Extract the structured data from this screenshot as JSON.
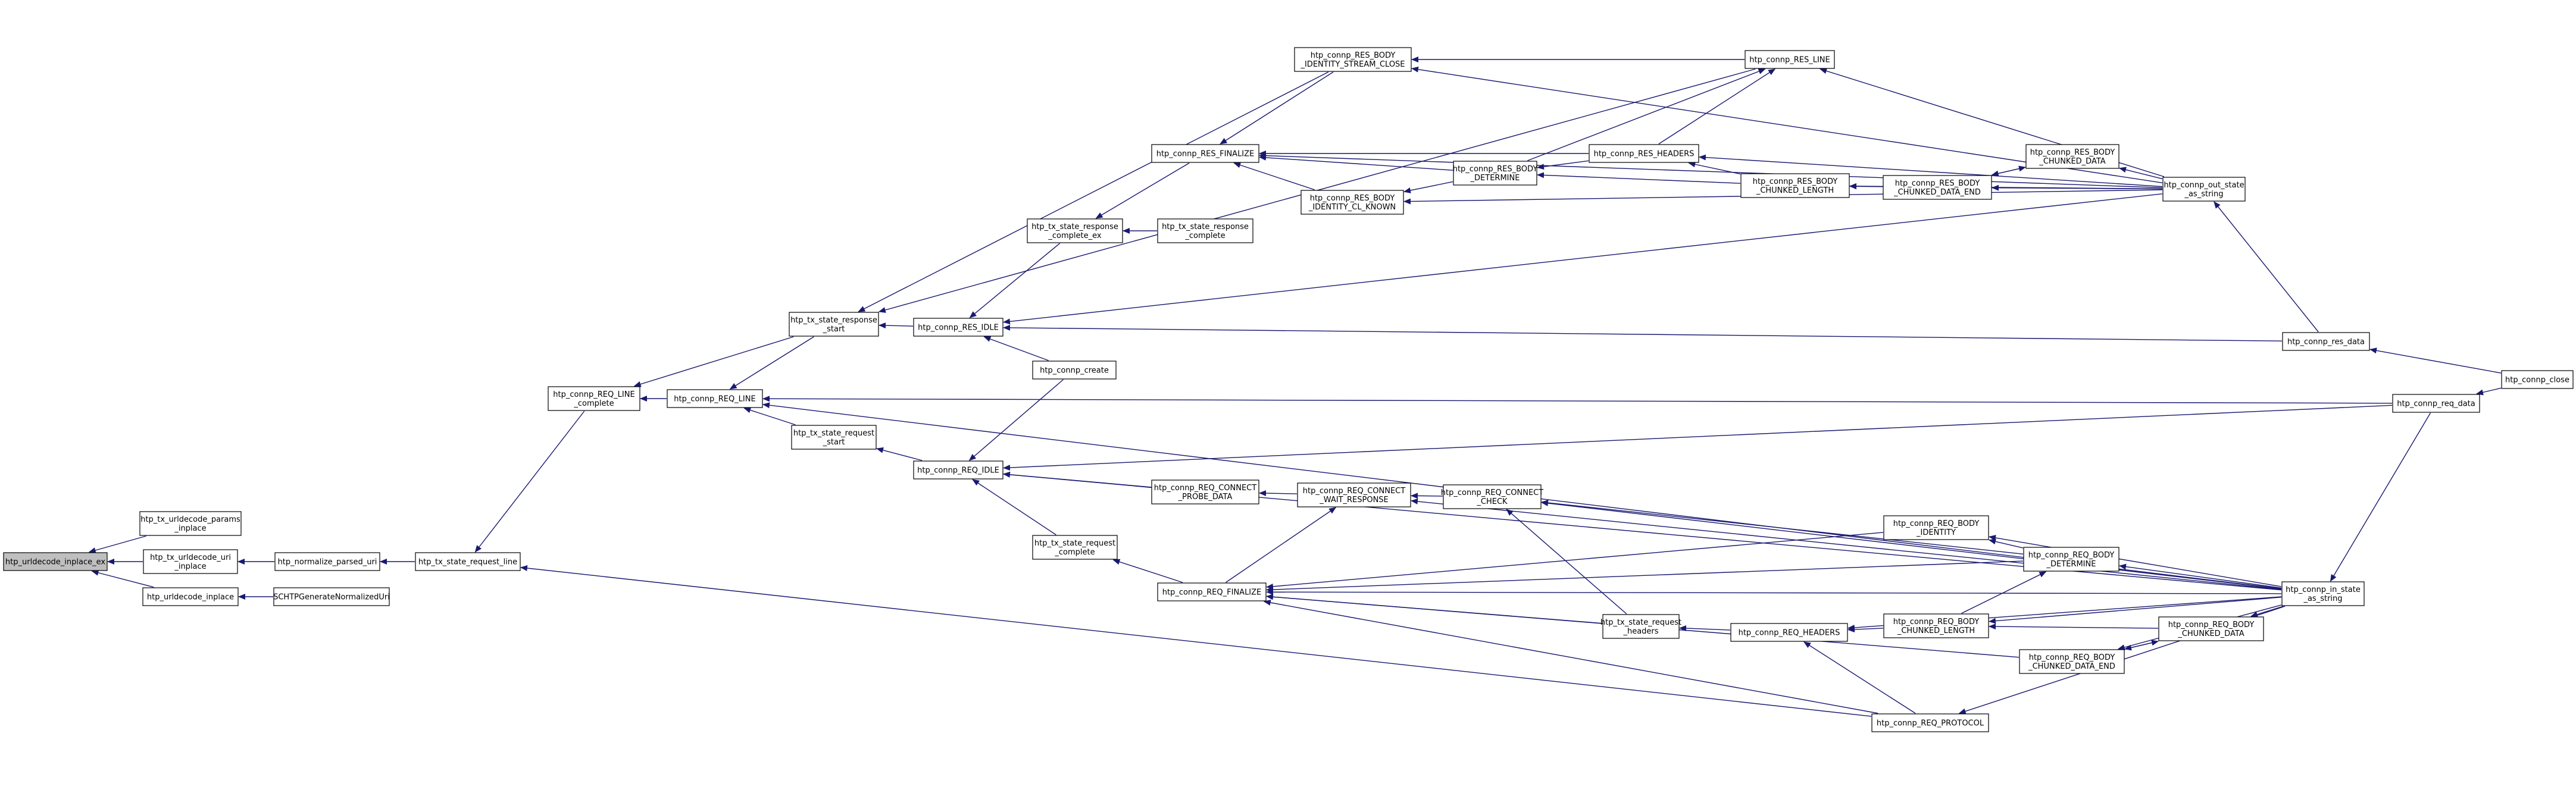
{
  "colors": {
    "node_fill": "#ffffff",
    "node_highlight": "#bfbfbf",
    "node_stroke": "#000000",
    "edge": "#191970"
  },
  "nodes": [
    {
      "id": "n_root",
      "lines": [
        "htp_urldecode_inplace_ex"
      ],
      "highlight": true
    },
    {
      "id": "n_params",
      "lines": [
        "htp_tx_urldecode_params",
        "_inplace"
      ]
    },
    {
      "id": "n_uri",
      "lines": [
        "htp_tx_urldecode_uri",
        "_inplace"
      ]
    },
    {
      "id": "n_inplace",
      "lines": [
        "htp_urldecode_inplace"
      ]
    },
    {
      "id": "n_normuri",
      "lines": [
        "htp_normalize_parsed_uri"
      ]
    },
    {
      "id": "n_sch",
      "lines": [
        "SCHTPGenerateNormalizedUri"
      ]
    },
    {
      "id": "n_reqline",
      "lines": [
        "htp_tx_state_request_line"
      ]
    },
    {
      "id": "n_rlc",
      "lines": [
        "htp_connp_REQ_LINE",
        "_complete"
      ]
    },
    {
      "id": "n_rl",
      "lines": [
        "htp_connp_REQ_LINE"
      ]
    },
    {
      "id": "n_rsstart",
      "lines": [
        "htp_tx_state_response",
        "_start"
      ]
    },
    {
      "id": "n_rqstart",
      "lines": [
        "htp_tx_state_request",
        "_start"
      ]
    },
    {
      "id": "n_residle",
      "lines": [
        "htp_connp_RES_IDLE"
      ]
    },
    {
      "id": "n_create",
      "lines": [
        "htp_connp_create"
      ]
    },
    {
      "id": "n_reqidle",
      "lines": [
        "htp_connp_REQ_IDLE"
      ]
    },
    {
      "id": "n_rsce",
      "lines": [
        "htp_tx_state_response",
        "_complete_ex"
      ]
    },
    {
      "id": "n_rsc",
      "lines": [
        "htp_tx_state_response",
        "_complete"
      ]
    },
    {
      "id": "n_resfin",
      "lines": [
        "htp_connp_RES_FINALIZE"
      ]
    },
    {
      "id": "n_risc",
      "lines": [
        "htp_connp_RES_BODY",
        "_IDENTITY_STREAM_CLOSE"
      ]
    },
    {
      "id": "n_ricl",
      "lines": [
        "htp_connp_RES_BODY",
        "_IDENTITY_CL_KNOWN"
      ]
    },
    {
      "id": "n_resdet",
      "lines": [
        "htp_connp_RES_BODY",
        "_DETERMINE"
      ]
    },
    {
      "id": "n_resline",
      "lines": [
        "htp_connp_RES_LINE"
      ]
    },
    {
      "id": "n_reshdr",
      "lines": [
        "htp_connp_RES_HEADERS"
      ]
    },
    {
      "id": "n_rescl",
      "lines": [
        "htp_connp_RES_BODY",
        "_CHUNKED_LENGTH"
      ]
    },
    {
      "id": "n_rescd",
      "lines": [
        "htp_connp_RES_BODY",
        "_CHUNKED_DATA"
      ]
    },
    {
      "id": "n_rescde",
      "lines": [
        "htp_connp_RES_BODY",
        "_CHUNKED_DATA_END"
      ]
    },
    {
      "id": "n_outstate",
      "lines": [
        "htp_connp_out_state",
        "_as_string"
      ]
    },
    {
      "id": "n_resdata",
      "lines": [
        "htp_connp_res_data"
      ]
    },
    {
      "id": "n_close",
      "lines": [
        "htp_connp_close"
      ]
    },
    {
      "id": "n_reqdata",
      "lines": [
        "htp_connp_req_data"
      ]
    },
    {
      "id": "n_rqpd",
      "lines": [
        "htp_connp_REQ_CONNECT",
        "_PROBE_DATA"
      ]
    },
    {
      "id": "n_rqwr",
      "lines": [
        "htp_connp_REQ_CONNECT",
        "_WAIT_RESPONSE"
      ]
    },
    {
      "id": "n_rqchk",
      "lines": [
        "htp_connp_REQ_CONNECT",
        "_CHECK"
      ]
    },
    {
      "id": "n_rqc",
      "lines": [
        "htp_tx_state_request",
        "_complete"
      ]
    },
    {
      "id": "n_reqfin",
      "lines": [
        "htp_connp_REQ_FINALIZE"
      ]
    },
    {
      "id": "n_rqid",
      "lines": [
        "htp_connp_REQ_BODY",
        "_IDENTITY"
      ]
    },
    {
      "id": "n_rqdet",
      "lines": [
        "htp_connp_REQ_BODY",
        "_DETERMINE"
      ]
    },
    {
      "id": "n_rqhd",
      "lines": [
        "htp_tx_state_request",
        "_headers"
      ]
    },
    {
      "id": "n_reqhdr",
      "lines": [
        "htp_connp_REQ_HEADERS"
      ]
    },
    {
      "id": "n_rqcl",
      "lines": [
        "htp_connp_REQ_BODY",
        "_CHUNKED_LENGTH"
      ]
    },
    {
      "id": "n_rqcd",
      "lines": [
        "htp_connp_REQ_BODY",
        "_CHUNKED_DATA"
      ]
    },
    {
      "id": "n_rqcde",
      "lines": [
        "htp_connp_REQ_BODY",
        "_CHUNKED_DATA_END"
      ]
    },
    {
      "id": "n_instate",
      "lines": [
        "htp_connp_in_state",
        "_as_string"
      ]
    },
    {
      "id": "n_proto",
      "lines": [
        "htp_connp_REQ_PROTOCOL"
      ]
    }
  ],
  "edges": [
    [
      "n_params",
      "n_root"
    ],
    [
      "n_uri",
      "n_root"
    ],
    [
      "n_inplace",
      "n_root"
    ],
    [
      "n_normuri",
      "n_uri"
    ],
    [
      "n_sch",
      "n_inplace"
    ],
    [
      "n_reqline",
      "n_normuri"
    ],
    [
      "n_rlc",
      "n_reqline"
    ],
    [
      "n_proto",
      "n_reqline"
    ],
    [
      "n_rsstart",
      "n_rlc"
    ],
    [
      "n_rl",
      "n_rlc"
    ],
    [
      "n_rsstart",
      "n_rl"
    ],
    [
      "n_rqstart",
      "n_rl"
    ],
    [
      "n_reqdata",
      "n_rl"
    ],
    [
      "n_instate",
      "n_rl"
    ],
    [
      "n_residle",
      "n_rsstart"
    ],
    [
      "n_risc",
      "n_rsstart"
    ],
    [
      "n_resline",
      "n_rsstart"
    ],
    [
      "n_reqidle",
      "n_rqstart"
    ],
    [
      "n_rsce",
      "n_residle"
    ],
    [
      "n_create",
      "n_residle"
    ],
    [
      "n_resdata",
      "n_residle"
    ],
    [
      "n_outstate",
      "n_residle"
    ],
    [
      "n_create",
      "n_reqidle"
    ],
    [
      "n_rqpd",
      "n_reqidle"
    ],
    [
      "n_rqc",
      "n_reqidle"
    ],
    [
      "n_reqdata",
      "n_reqidle"
    ],
    [
      "n_instate",
      "n_reqidle"
    ],
    [
      "n_resfin",
      "n_rsce"
    ],
    [
      "n_rsc",
      "n_rsce"
    ],
    [
      "n_risc",
      "n_resfin"
    ],
    [
      "n_ricl",
      "n_resfin"
    ],
    [
      "n_resdet",
      "n_resfin"
    ],
    [
      "n_reshdr",
      "n_resfin"
    ],
    [
      "n_outstate",
      "n_resfin"
    ],
    [
      "n_resline",
      "n_risc"
    ],
    [
      "n_outstate",
      "n_risc"
    ],
    [
      "n_resdet",
      "n_ricl"
    ],
    [
      "n_outstate",
      "n_ricl"
    ],
    [
      "n_reshdr",
      "n_resdet"
    ],
    [
      "n_rescl",
      "n_resdet"
    ],
    [
      "n_resdet",
      "n_resline"
    ],
    [
      "n_reshdr",
      "n_resline"
    ],
    [
      "n_outstate",
      "n_resline"
    ],
    [
      "n_rescl",
      "n_reshdr"
    ],
    [
      "n_outstate",
      "n_reshdr"
    ],
    [
      "n_rescde",
      "n_rescl"
    ],
    [
      "n_outstate",
      "n_rescl"
    ],
    [
      "n_rescde",
      "n_rescd"
    ],
    [
      "n_outstate",
      "n_rescd"
    ],
    [
      "n_rescd",
      "n_rescde"
    ],
    [
      "n_outstate",
      "n_rescde"
    ],
    [
      "n_resdata",
      "n_outstate"
    ],
    [
      "n_close",
      "n_resdata"
    ],
    [
      "n_close",
      "n_reqdata"
    ],
    [
      "n_rqwr",
      "n_rqpd"
    ],
    [
      "n_rqchk",
      "n_rqwr"
    ],
    [
      "n_reqfin",
      "n_rqwr"
    ],
    [
      "n_instate",
      "n_rqwr"
    ],
    [
      "n_rqdet",
      "n_rqchk"
    ],
    [
      "n_rqhd",
      "n_rqchk"
    ],
    [
      "n_instate",
      "n_rqchk"
    ],
    [
      "n_reqfin",
      "n_rqc"
    ],
    [
      "n_rqid",
      "n_reqfin"
    ],
    [
      "n_rqdet",
      "n_reqfin"
    ],
    [
      "n_rqhd",
      "n_reqfin"
    ],
    [
      "n_proto",
      "n_reqfin"
    ],
    [
      "n_rqcde",
      "n_reqfin"
    ],
    [
      "n_instate",
      "n_reqfin"
    ],
    [
      "n_rqdet",
      "n_rqid"
    ],
    [
      "n_instate",
      "n_rqid"
    ],
    [
      "n_rqcl",
      "n_rqdet"
    ],
    [
      "n_instate",
      "n_rqdet"
    ],
    [
      "n_reqhdr",
      "n_rqhd"
    ],
    [
      "n_rqcl",
      "n_reqhdr"
    ],
    [
      "n_proto",
      "n_reqhdr"
    ],
    [
      "n_instate",
      "n_reqhdr"
    ],
    [
      "n_rqcd",
      "n_rqcl"
    ],
    [
      "n_instate",
      "n_rqcl"
    ],
    [
      "n_rqcde",
      "n_rqcd"
    ],
    [
      "n_instate",
      "n_rqcd"
    ],
    [
      "n_rqcd",
      "n_rqcde"
    ],
    [
      "n_instate",
      "n_rqcde"
    ],
    [
      "n_instate",
      "n_proto"
    ],
    [
      "n_reqdata",
      "n_instate"
    ]
  ]
}
